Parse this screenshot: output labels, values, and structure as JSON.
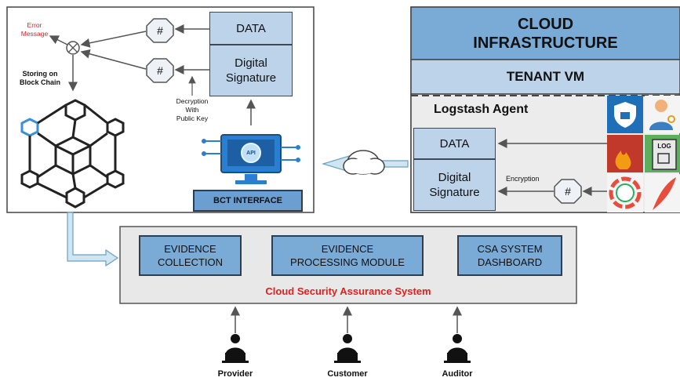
{
  "left_panel": {
    "error_message": "Error\nMessage",
    "storing_label": "Storing on\nBlock Chain",
    "hash_1": "#",
    "hash_2": "#",
    "data_label": "DATA",
    "signature_label": "Digital\nSignature",
    "decryption_label": "Decryption\nWith\nPublic Key",
    "api_label": "API",
    "bct_interface": "BCT INTERFACE"
  },
  "cloud_panel": {
    "title": "CLOUD\nINFRASTRUCTURE",
    "tenant_vm": "TENANT VM",
    "logstash_agent": "Logstash Agent",
    "data_label": "DATA",
    "signature_label": "Digital\nSignature",
    "encryption_label": "Encryption",
    "hash": "#",
    "log_icon_text": "LOG"
  },
  "csa_system": {
    "modules": [
      "EVIDENCE\nCOLLECTION",
      "EVIDENCE\nPROCESSING MODULE",
      "CSA SYSTEM\nDASHBOARD"
    ],
    "title": "Cloud Security Assurance System"
  },
  "users": [
    "Provider",
    "Customer",
    "Auditor"
  ],
  "colors": {
    "box_fill": "#bcd3ea",
    "module_fill": "#7aaad6",
    "error_red": "#e02020",
    "csa_background": "#e8e8e8"
  }
}
